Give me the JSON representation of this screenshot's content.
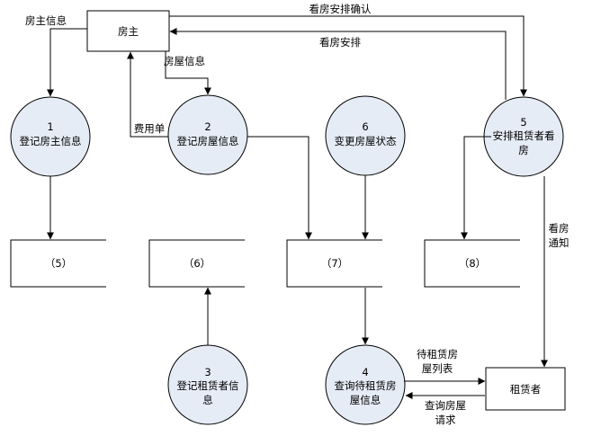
{
  "entities": {
    "landlord": "房主",
    "tenant": "租赁者"
  },
  "processes": [
    {
      "id": "1",
      "label": [
        "登记房主信息"
      ]
    },
    {
      "id": "2",
      "label": [
        "登记房屋信息"
      ]
    },
    {
      "id": "3",
      "label": [
        "登记租赁者信",
        "息"
      ]
    },
    {
      "id": "4",
      "label": [
        "查询待租赁房",
        "屋信息"
      ]
    },
    {
      "id": "5",
      "label": [
        "安排租赁者看",
        "房"
      ]
    },
    {
      "id": "6",
      "label": [
        "变更房屋状态"
      ]
    }
  ],
  "stores": [
    "（5）",
    "（6）",
    "（7）",
    "（8）"
  ],
  "flows": {
    "landlord_info": "房主信息",
    "house_info": "房屋信息",
    "fee_bill": "费用单",
    "viewing_confirm": "看房安排确认",
    "viewing_arrange": "看房安排",
    "viewing_notice": [
      "看房",
      "通知"
    ],
    "pending_list": [
      "待租赁房",
      "屋列表"
    ],
    "query_request": [
      "查询房屋",
      "请求"
    ]
  },
  "colors": {
    "process_fill": "#e6ecf6",
    "stroke": "#000000"
  }
}
